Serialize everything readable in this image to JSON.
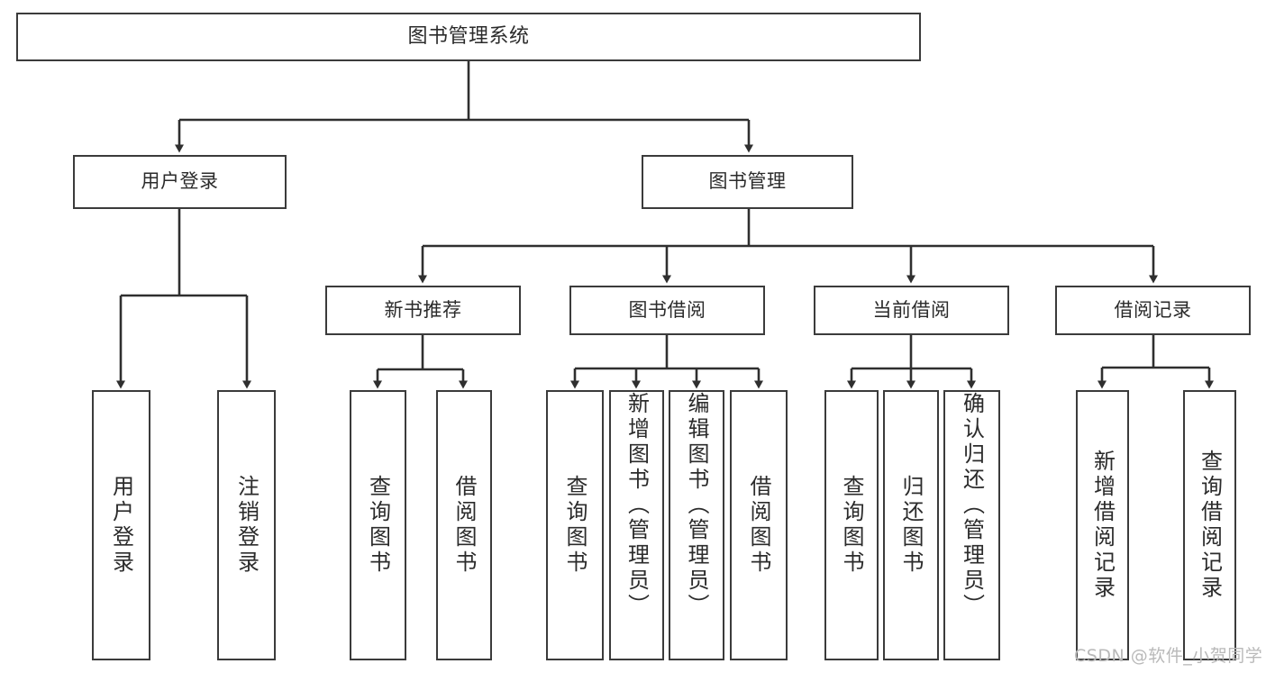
{
  "diagram": {
    "title": "图书管理系统",
    "type": "tree-hierarchy",
    "colors": {
      "box_border": "#3b3b3b",
      "box_fill": "#ffffff",
      "connector": "#2f2f2f",
      "text": "#2b2b2b",
      "watermark": "#b9b9b9",
      "background": "#ffffff"
    },
    "root": {
      "label": "图书管理系统"
    },
    "level2": [
      {
        "label": "用户登录"
      },
      {
        "label": "图书管理"
      }
    ],
    "level3": [
      {
        "label": "新书推荐"
      },
      {
        "label": "图书借阅"
      },
      {
        "label": "当前借阅"
      },
      {
        "label": "借阅记录"
      }
    ],
    "leaves": {
      "user_login": [
        {
          "label": "用户登录"
        },
        {
          "label": "注销登录"
        }
      ],
      "new_book_recommend": [
        {
          "label": "查询图书"
        },
        {
          "label": "借阅图书"
        }
      ],
      "book_borrow": [
        {
          "label": "查询图书"
        },
        {
          "label": "新增图书（管理员）"
        },
        {
          "label": "编辑图书（管理员）"
        },
        {
          "label": "借阅图书"
        }
      ],
      "current_borrow": [
        {
          "label": "查询图书"
        },
        {
          "label": "归还图书"
        },
        {
          "label": "确认归还（管理员）"
        }
      ],
      "borrow_record": [
        {
          "label": "新增借阅记录"
        },
        {
          "label": "查询借阅记录"
        }
      ]
    },
    "watermark": "CSDN @软件_小贺同学"
  }
}
